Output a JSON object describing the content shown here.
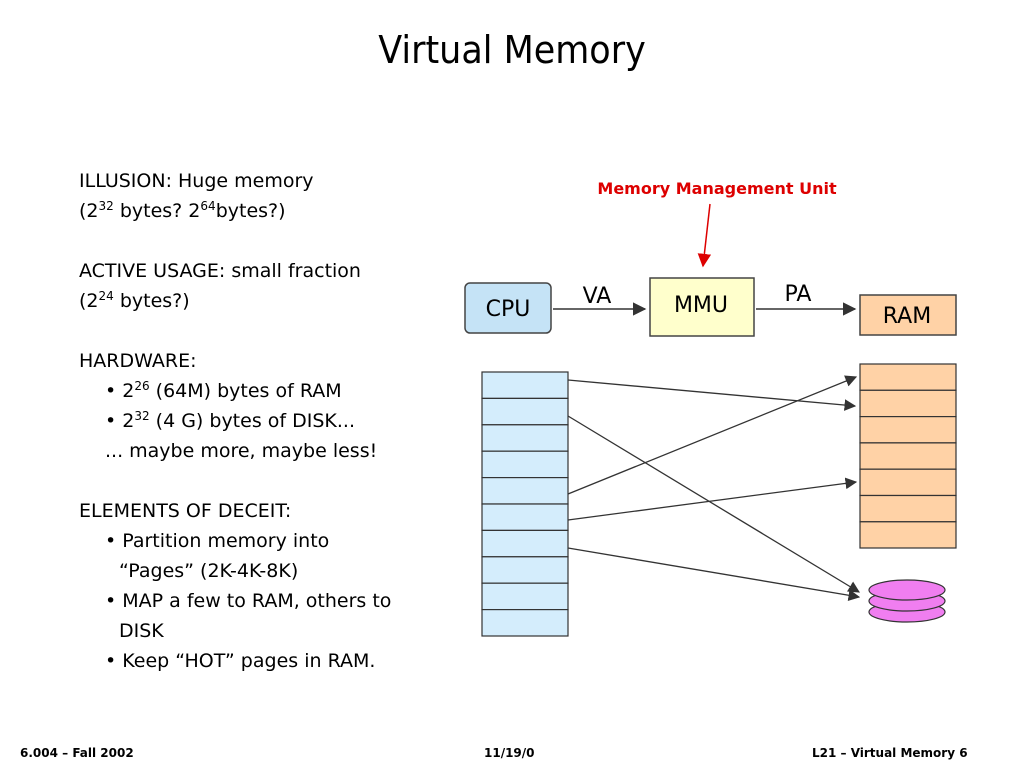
{
  "title": "Virtual Memory",
  "text": {
    "illusion_head": "ILLUSION: Huge memory",
    "illusion_sub": {
      "open": "(2",
      "exp1": "32",
      "mid": " bytes? 2",
      "exp2": "64",
      "close": "bytes?)"
    },
    "active_head": "ACTIVE USAGE: small fraction",
    "active_sub": {
      "open": "(2",
      "exp": "24",
      "close": " bytes?)"
    },
    "hardware_head": "HARDWARE:",
    "hw_ram": {
      "pre": "• 2",
      "exp": "26",
      "post": " (64M) bytes of RAM"
    },
    "hw_disk": {
      "pre": "• 2",
      "exp": "32",
      "post": " (4 G) bytes of DISK..."
    },
    "hw_more": "... maybe more, maybe less!",
    "deceit_head": "ELEMENTS OF DECEIT:",
    "deceit_1a": "• Partition memory into",
    "deceit_1b": "“Pages” (2K-4K-8K)",
    "deceit_2a": "• MAP a few to RAM, others to",
    "deceit_2b": "DISK",
    "deceit_3": "• Keep “HOT” pages in RAM."
  },
  "diagram": {
    "caption": "Memory Management Unit",
    "cpu": "CPU",
    "mmu": "MMU",
    "ram": "RAM",
    "va": "VA",
    "pa": "PA",
    "colors": {
      "caption": "#dd0000",
      "cpu_fill": "#c5e3f6",
      "mmu_fill": "#ffffcc",
      "ram_fill": "#ffd2a6",
      "virtual_page_fill": "#d4edfc",
      "physical_page_fill": "#ffd2a6",
      "disk_fill": "#f07ef0"
    }
  },
  "footer": {
    "left": "6.004 – Fall 2002",
    "center": "11/19/0",
    "right": "L21 – Virtual Memory 6"
  }
}
